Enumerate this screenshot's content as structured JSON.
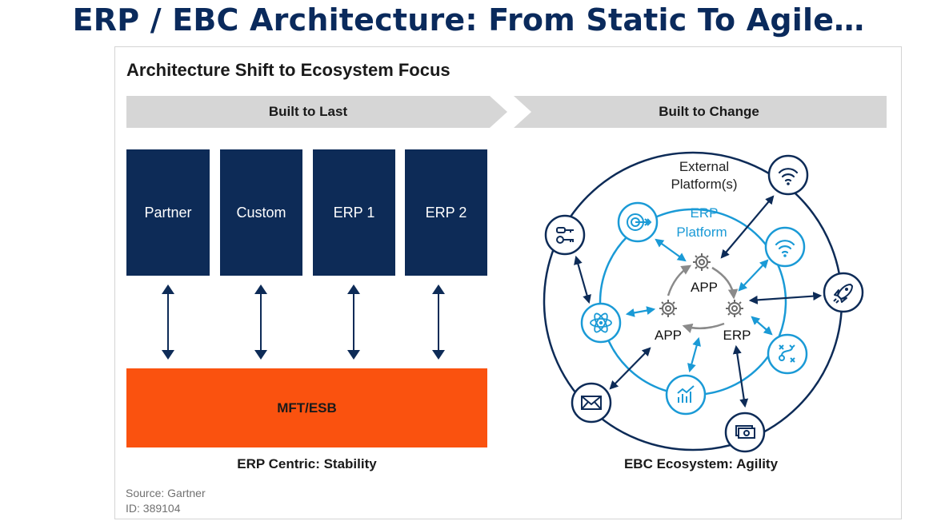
{
  "title": "ERP / EBC Architecture: From Static To Agile…",
  "figure": {
    "title": "Architecture Shift to Ecosystem Focus",
    "left_header": "Built to Last",
    "right_header": "Built to Change",
    "boxes": [
      "Partner",
      "Custom",
      "ERP 1",
      "ERP 2"
    ],
    "bus_label": "MFT/ESB",
    "left_caption": "ERP Centric: Stability",
    "right_caption": "EBC Ecosystem: Agility",
    "outer_ring_label": [
      "External",
      "Platform(s)"
    ],
    "inner_ring_label": [
      "ERP",
      "Platform"
    ],
    "core_nodes": [
      "APP",
      "APP",
      "ERP"
    ],
    "outer_icons": [
      "wifi-icon",
      "rocket-icon",
      "money-icon",
      "envelope-icon",
      "key-icon"
    ],
    "inner_icons": [
      "target-icon",
      "wifi-icon",
      "route-icon",
      "chart-icon",
      "atom-icon"
    ]
  },
  "source": "Source: Gartner",
  "id": "ID: 389104",
  "colors": {
    "navy": "#0d2b57",
    "orange": "#fa520f",
    "cyan": "#1a9ad6",
    "grey_band": "#d6d6d6"
  }
}
